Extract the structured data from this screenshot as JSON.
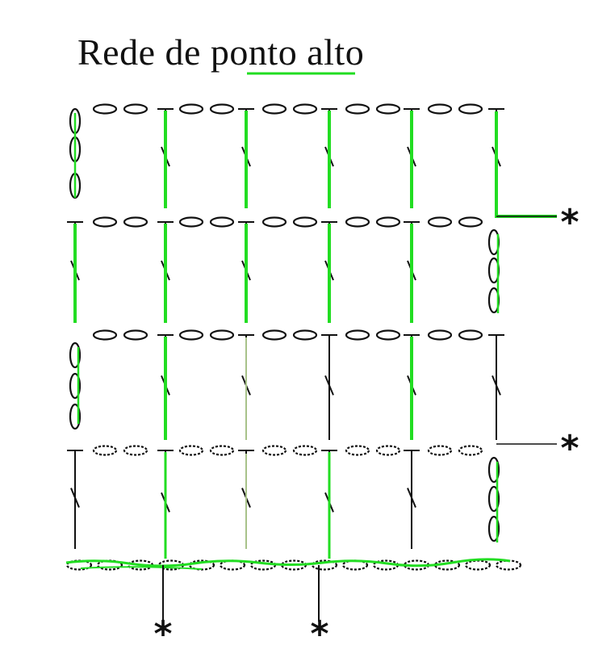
{
  "title": "Rede de ponto alto",
  "symbols": {
    "repeat_marker": "*",
    "chain_stitch": "chain-oval",
    "double_crochet": "double-crochet-symbol"
  },
  "colors": {
    "stitch_ink": "#111111",
    "highlight": "#22dd22",
    "background": "#ffffff"
  }
}
